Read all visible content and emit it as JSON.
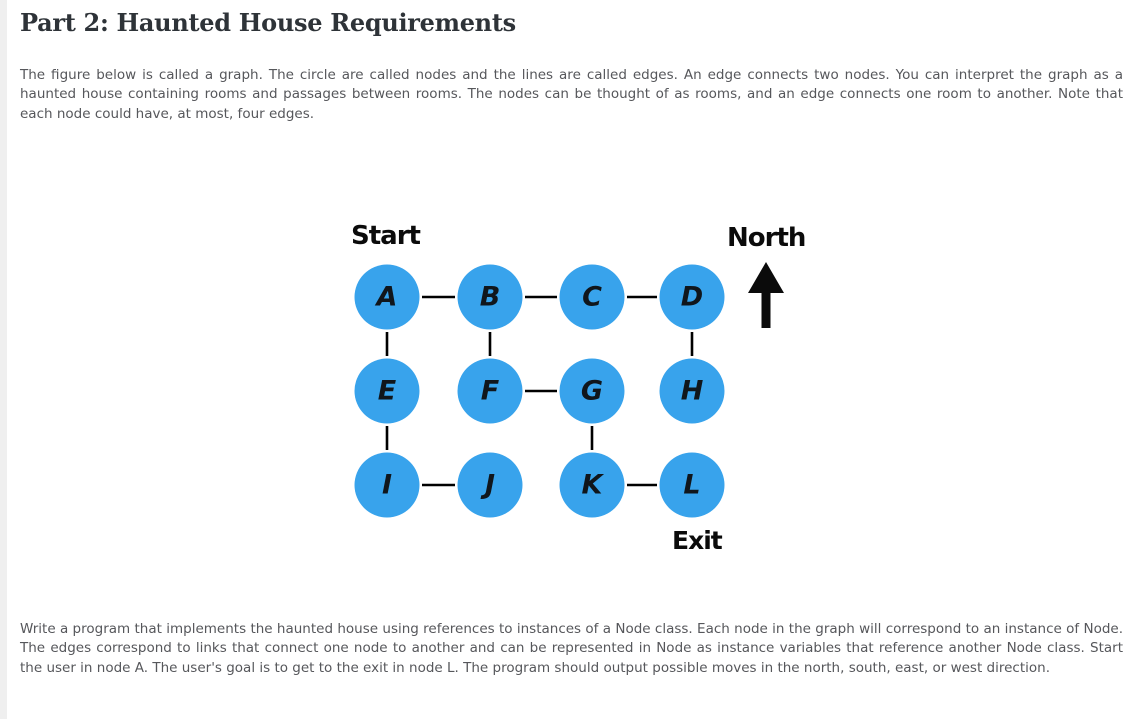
{
  "page": {
    "title": "Part 2: Haunted House Requirements",
    "intro_paragraph": "The figure below is called a graph. The circle are called nodes and the lines are called edges. An edge connects two nodes. You can interpret the graph as a haunted house containing rooms and passages between rooms. The nodes can be thought of as rooms, and an edge connects one room to another. Note that each node could have, at most, four edges.",
    "instructions_paragraph": "Write a program that implements the haunted house using references to instances of a Node class. Each node in the graph will correspond to an instance of Node. The edges correspond to links that connect one node to another and can be represented in Node as instance variables that reference another Node class. Start the user in node A. The user's goal is to get to the exit in node L. The program should output possible moves in the north, south, east, or west direction."
  },
  "figure": {
    "start_label": "Start",
    "north_label": "North",
    "exit_label": "Exit",
    "north_arrow_icon": "up-arrow",
    "node_fill": "#38a3ec",
    "edge_color": "#000000",
    "node_label_color": "#10161c",
    "nodes": [
      {
        "id": "A",
        "col": 0,
        "row": 0
      },
      {
        "id": "B",
        "col": 1,
        "row": 0
      },
      {
        "id": "C",
        "col": 2,
        "row": 0
      },
      {
        "id": "D",
        "col": 3,
        "row": 0
      },
      {
        "id": "E",
        "col": 0,
        "row": 1
      },
      {
        "id": "F",
        "col": 1,
        "row": 1
      },
      {
        "id": "G",
        "col": 2,
        "row": 1
      },
      {
        "id": "H",
        "col": 3,
        "row": 1
      },
      {
        "id": "I",
        "col": 0,
        "row": 2
      },
      {
        "id": "J",
        "col": 1,
        "row": 2
      },
      {
        "id": "K",
        "col": 2,
        "row": 2
      },
      {
        "id": "L",
        "col": 3,
        "row": 2
      }
    ],
    "edges": [
      [
        "A",
        "B"
      ],
      [
        "B",
        "C"
      ],
      [
        "C",
        "D"
      ],
      [
        "F",
        "G"
      ],
      [
        "I",
        "J"
      ],
      [
        "K",
        "L"
      ],
      [
        "A",
        "E"
      ],
      [
        "B",
        "F"
      ],
      [
        "D",
        "H"
      ],
      [
        "E",
        "I"
      ],
      [
        "G",
        "K"
      ]
    ]
  }
}
